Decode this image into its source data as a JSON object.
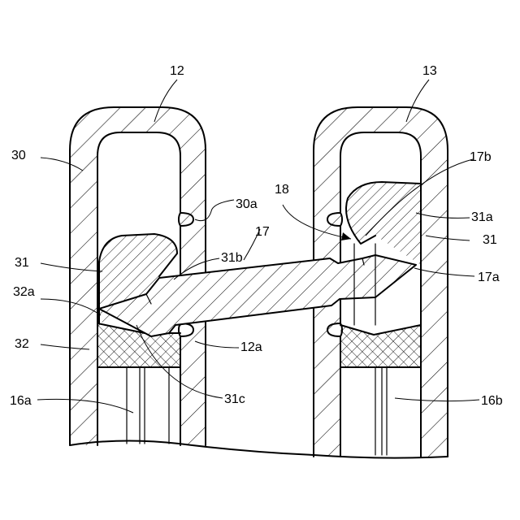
{
  "labels": {
    "l12": "12",
    "l13": "13",
    "l30": "30",
    "l30a": "30a",
    "l18": "18",
    "l17": "17",
    "l17b": "17b",
    "l31a": "31a",
    "l31_left": "31",
    "l31_right": "31",
    "l31b": "31b",
    "l32a": "32a",
    "l32": "32",
    "l12a": "12a",
    "l17a": "17a",
    "l31c": "31c",
    "l16a": "16a",
    "l16b": "16b"
  }
}
